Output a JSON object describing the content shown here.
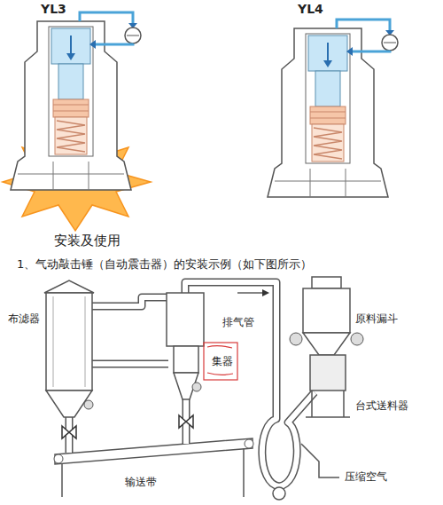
{
  "diagram": {
    "title": "安装及使用",
    "labels": [
      "YL3",
      "YL4",
      "1、气动敲击锤（自动震击器）的安装示例（如下图所示）",
      "布滤器",
      "排气管",
      "原料漏斗",
      "集器",
      "台式送料器",
      "输送带",
      "压缩空气"
    ]
  }
}
